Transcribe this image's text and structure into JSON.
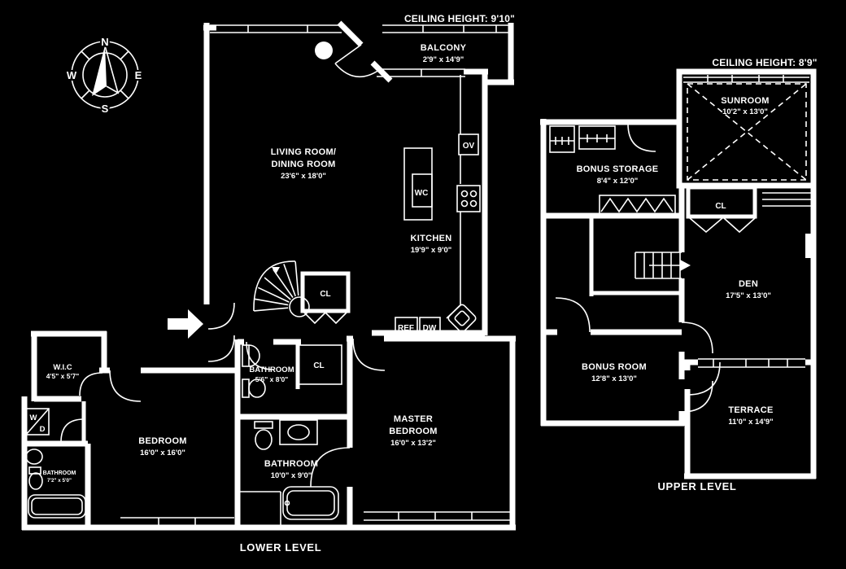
{
  "plan": {
    "bg": "#000000",
    "fg": "#ffffff"
  },
  "compass": {
    "n": "N",
    "e": "E",
    "s": "S",
    "w": "W"
  },
  "lower": {
    "level_label": "LOWER LEVEL",
    "ceiling": "CEILING HEIGHT: 9'10\"",
    "balcony_name": "BALCONY",
    "balcony_dims": "2'9\" x 14'9\"",
    "living_name1": "LIVING ROOM/",
    "living_name2": "DINING ROOM",
    "living_dims": "23'6\" x 18'0\"",
    "kitchen_name": "KITCHEN",
    "kitchen_dims": "19'9\" x 9'0\"",
    "ov": "OV",
    "wc": "WC",
    "ref": "REF",
    "dw": "DW",
    "cl_hall": "CL",
    "bath1_name": "BATHROOM",
    "bath1_dims": "5'6\" x 8'0\"",
    "cl_master": "CL",
    "bath2_name": "BATHROOM",
    "bath2_dims": "10'0\" x 9'0\"",
    "master_name1": "MASTER",
    "master_name2": "BEDROOM",
    "master_dims": "16'0\" x 13'2\"",
    "bedroom_name": "BEDROOM",
    "bedroom_dims": "16'0\" x 16'0\"",
    "wic_name": "W.I.C",
    "wic_dims": "4'5\" x 5'7\"",
    "wd_top": "W",
    "wd_bottom": "D",
    "bath3_name": "BATHROOM",
    "bath3_dims": "7'2\" x 5'0\""
  },
  "upper": {
    "level_label": "UPPER LEVEL",
    "ceiling": "CEILING HEIGHT: 8'9\"",
    "sunroom_name": "SUNROOM",
    "sunroom_dims": "10'2\" x 13'0\"",
    "bonus_storage_name": "BONUS STORAGE",
    "bonus_storage_dims": "8'4\" x 12'0\"",
    "cl": "CL",
    "den_name": "DEN",
    "den_dims": "17'5\" x 13'0\"",
    "bonus_room_name": "BONUS ROOM",
    "bonus_room_dims": "12'8\" x 13'0\"",
    "terrace_name": "TERRACE",
    "terrace_dims": "11'0\" x 14'9\""
  }
}
